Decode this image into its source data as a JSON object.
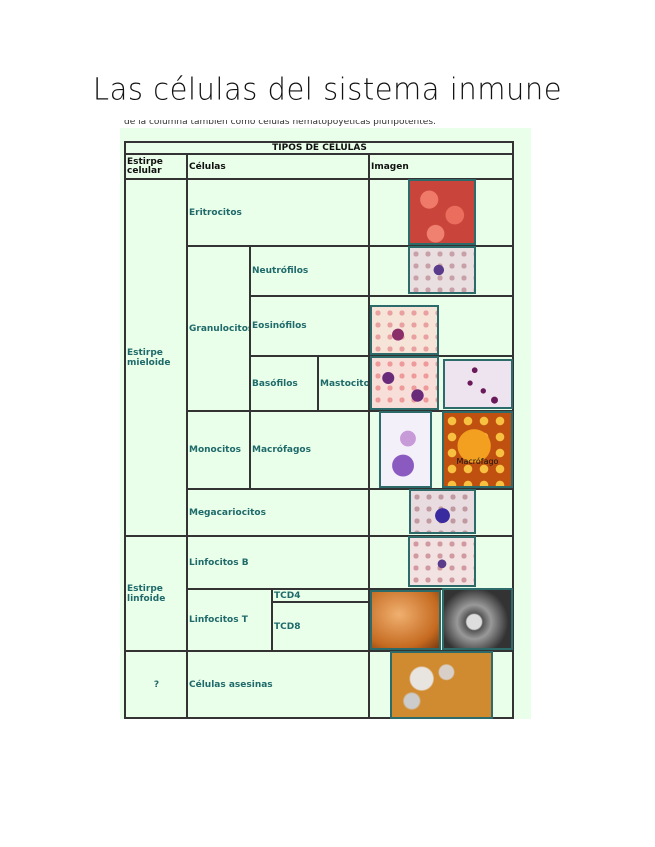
{
  "title": "Las células del sistema inmune",
  "cut_text": "de la columna tambien como células hematopoyéticas pluripotentes.",
  "table": {
    "caption": "TIPOS DE CÉLULAS",
    "headers": {
      "lineage": "Estirpe celular",
      "cells": "Células",
      "image": "Imagen"
    },
    "lineages": {
      "myeloid": "Estirpe mieloide",
      "lymphoid": "Estirpe linfoide",
      "unknown": "?"
    },
    "cells": {
      "eritrocitos": "Eritrocitos",
      "granulocitos": "Granulocitos",
      "neutrofilos": "Neutrófilos",
      "eosinofilos": "Eosinófilos",
      "basofilos": "Basófilos",
      "mastocitos": "Mastocitos",
      "monocitos": "Monocitos",
      "macrofagos": "Macrófagos",
      "megacariocitos": "Megacariocitos",
      "linfocitos_b": "Linfocitos B",
      "linfocitos_t": "Linfocitos T",
      "tcd4": "TCD4",
      "tcd8": "TCD8",
      "asesinas": "Células asesinas"
    },
    "image_labels": {
      "macrofago": "Macrófago"
    }
  }
}
